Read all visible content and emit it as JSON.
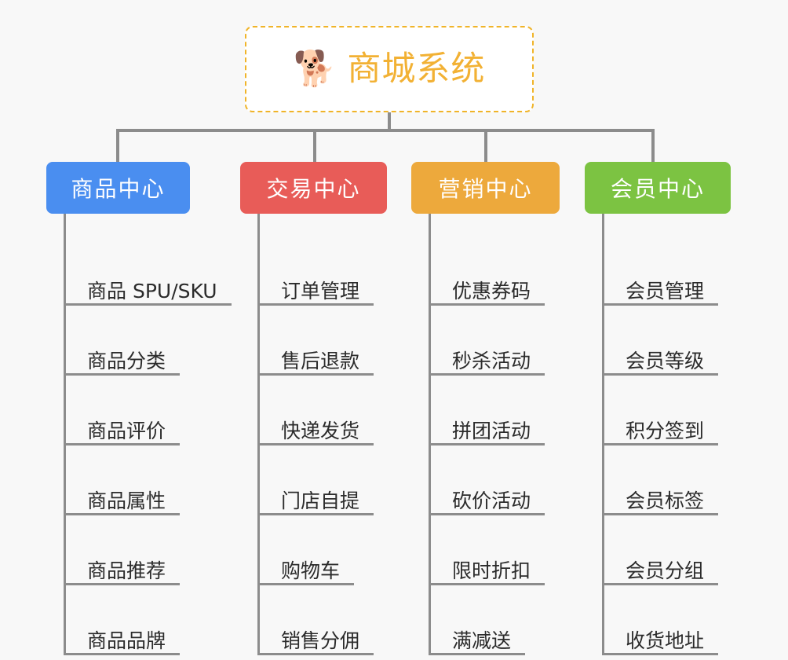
{
  "background_color": "#f8f8f8",
  "root": {
    "icon": "shiba-dog-face-emoji",
    "emoji": "🐕",
    "title": "商城系统",
    "border_color": "#f0b429",
    "text_color": "#f2b134",
    "fill_color": "#ffffff"
  },
  "connector_color": "#8c8c8c",
  "branches": [
    {
      "label": "商品中心",
      "color": "#4a8ef0",
      "items": [
        "商品 SPU/SKU",
        "商品分类",
        "商品评价",
        "商品属性",
        "商品推荐",
        "商品品牌"
      ]
    },
    {
      "label": "交易中心",
      "color": "#e85c58",
      "items": [
        "订单管理",
        "售后退款",
        "快递发货",
        "门店自提",
        "购物车",
        "销售分佣"
      ]
    },
    {
      "label": "营销中心",
      "color": "#eda93c",
      "items": [
        "优惠券码",
        "秒杀活动",
        "拼团活动",
        "砍价活动",
        "限时折扣",
        "满减送"
      ]
    },
    {
      "label": "会员中心",
      "color": "#7cc342",
      "items": [
        "会员管理",
        "会员等级",
        "积分签到",
        "会员标签",
        "会员分组",
        "收货地址"
      ]
    }
  ]
}
